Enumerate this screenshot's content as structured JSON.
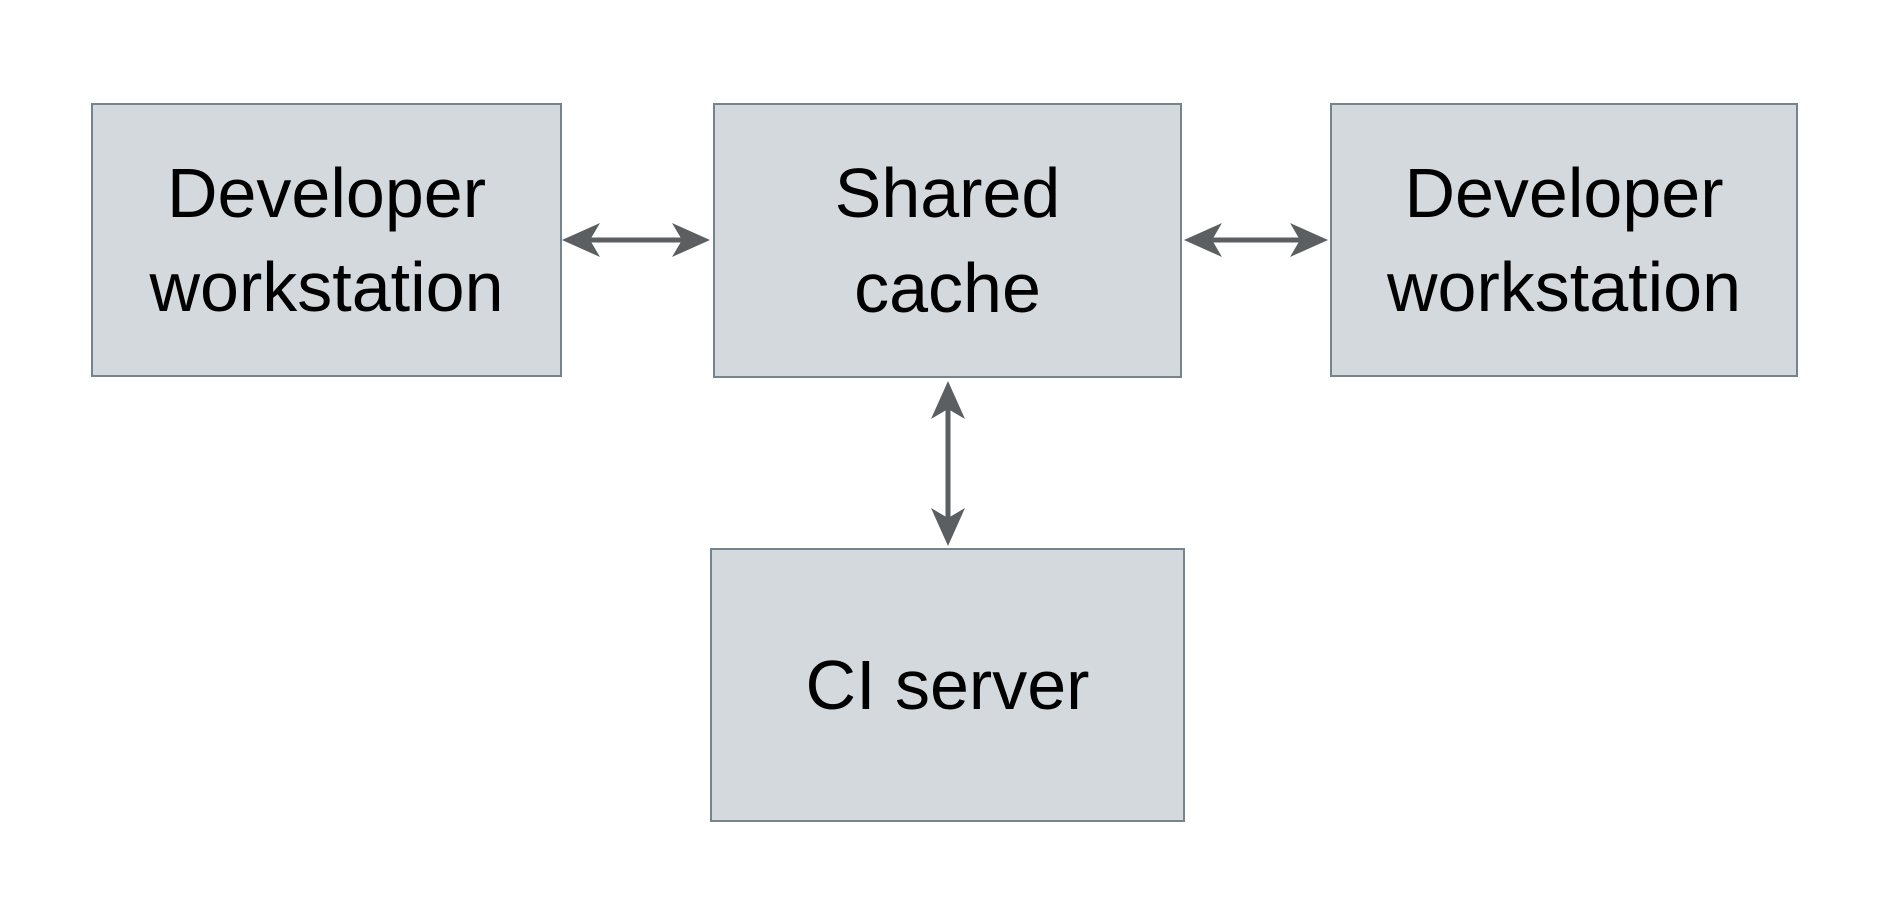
{
  "canvas": {
    "background": "#ffffff"
  },
  "diagram": {
    "colors": {
      "node_fill": "#d3d9dd",
      "node_border": "#76858d",
      "arrow": "#5b5f62",
      "text": "#000000"
    },
    "nodes": [
      {
        "id": "developer-workstation-left",
        "label": "Developer workstation",
        "lines": [
          "Developer",
          "workstation"
        ]
      },
      {
        "id": "shared-cache",
        "label": "Shared cache",
        "lines": [
          "Shared",
          "cache"
        ]
      },
      {
        "id": "developer-workstation-right",
        "label": "Developer workstation",
        "lines": [
          "Developer",
          "workstation"
        ]
      },
      {
        "id": "ci-server",
        "label": "CI server",
        "lines": [
          "CI server"
        ]
      }
    ],
    "edges": [
      {
        "from": "developer-workstation-left",
        "to": "shared-cache",
        "direction": "bidirectional",
        "orientation": "horizontal"
      },
      {
        "from": "shared-cache",
        "to": "developer-workstation-right",
        "direction": "bidirectional",
        "orientation": "horizontal"
      },
      {
        "from": "shared-cache",
        "to": "ci-server",
        "direction": "bidirectional",
        "orientation": "vertical"
      }
    ]
  }
}
